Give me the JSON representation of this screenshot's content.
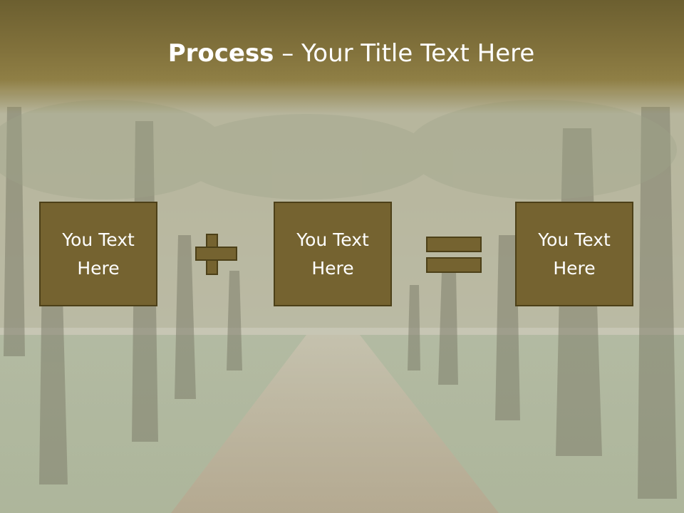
{
  "slide": {
    "title_bold": "Process",
    "title_rest": " – Your Title Text Here",
    "boxes": [
      {
        "line1": "You Text",
        "line2": "Here"
      },
      {
        "line1": "You Text",
        "line2": "Here"
      },
      {
        "line1": "You Text",
        "line2": "Here"
      }
    ],
    "operators": [
      "plus-icon",
      "equals-icon"
    ]
  },
  "colors": {
    "header": "#7a6a35",
    "box_fill": "#756330",
    "box_border": "#4c4018",
    "text": "#ffffff"
  }
}
